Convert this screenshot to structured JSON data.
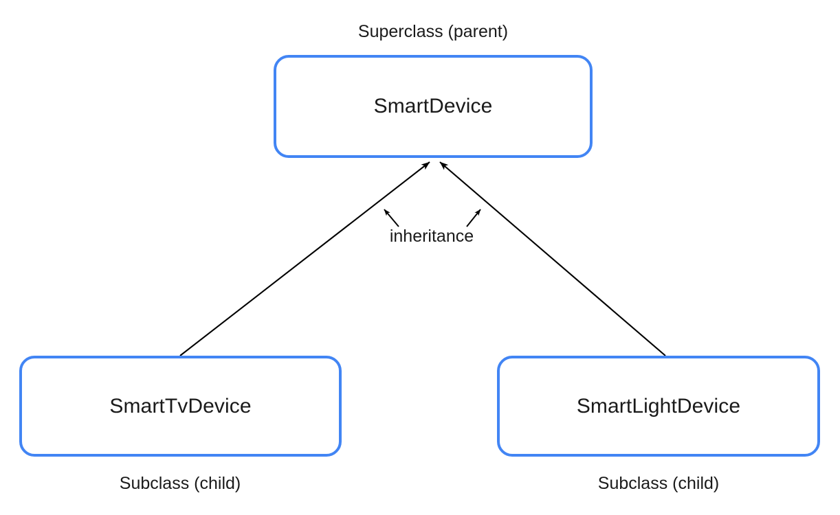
{
  "diagram": {
    "title_text_visible": false,
    "background_color": "#ffffff",
    "accent_color": "#4285f4",
    "text_color": "#1a1a1a",
    "edge_color": "#000000"
  },
  "nodes": {
    "superclass": {
      "name": "SmartDevice",
      "caption": "Superclass (parent)",
      "role": "superclass"
    },
    "subclass_tv": {
      "name": "SmartTvDevice",
      "caption": "Subclass (child)",
      "role": "subclass"
    },
    "subclass_light": {
      "name": "SmartLightDevice",
      "caption": "Subclass (child)",
      "role": "subclass"
    }
  },
  "edges": {
    "relationship_label": "inheritance",
    "items": [
      {
        "from": "subclass_tv",
        "to": "superclass",
        "kind": "inheritance",
        "arrowhead": "open-arrow"
      },
      {
        "from": "subclass_light",
        "to": "superclass",
        "kind": "inheritance",
        "arrowhead": "open-arrow"
      }
    ],
    "leader_arrows": 2
  }
}
